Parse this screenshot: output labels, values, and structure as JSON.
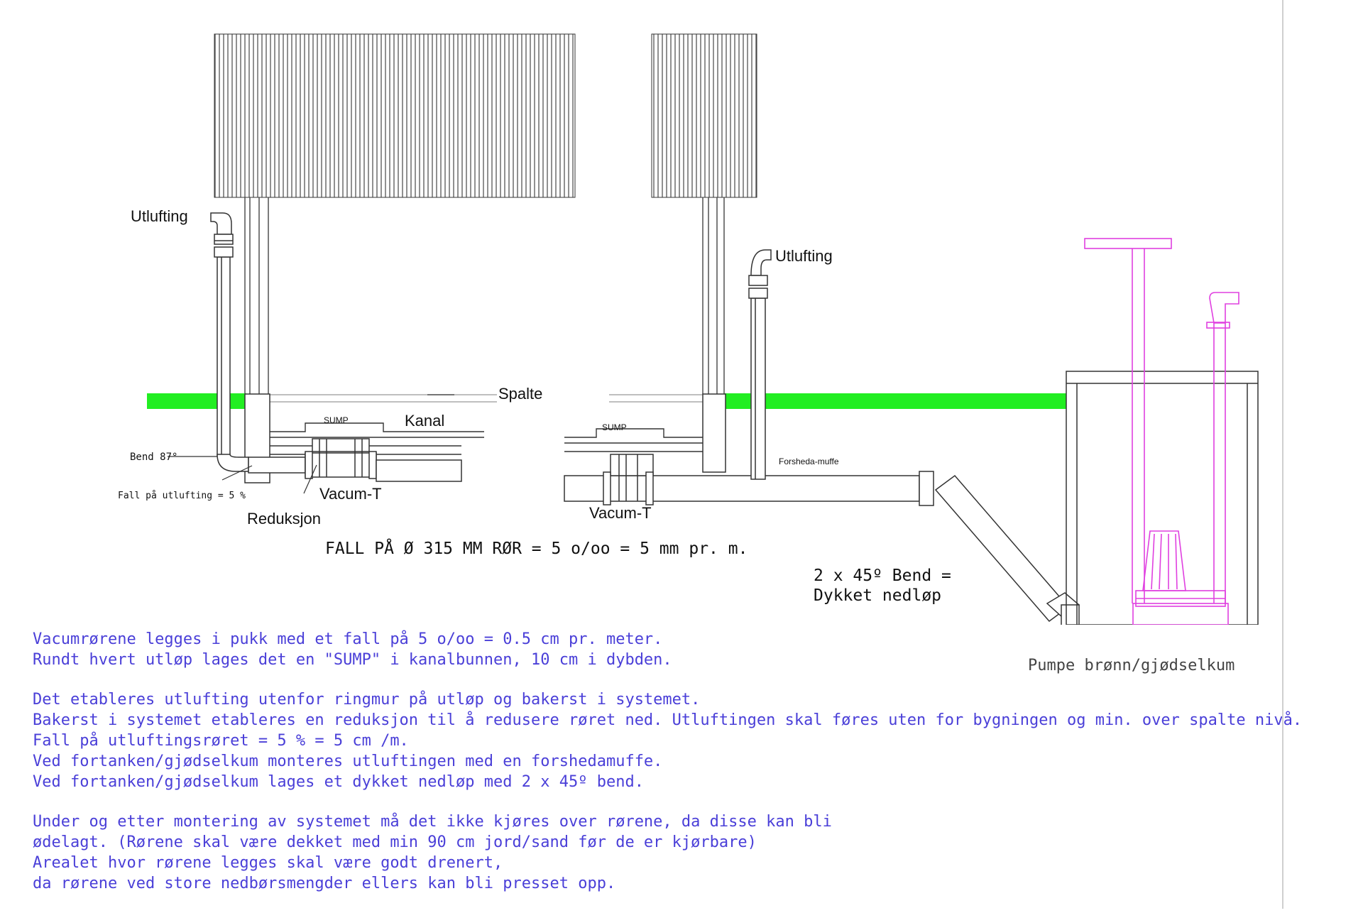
{
  "labels": {
    "utlufting_left": "Utlufting",
    "utlufting_right": "Utlufting",
    "spalte": "Spalte",
    "kanal": "Kanal",
    "sump_left": "SUMP",
    "sump_right": "SUMP",
    "bend87": "Bend 87°",
    "fall_utlufting": "Fall på utlufting = 5 %",
    "vacum_t_left": "Vacum-T",
    "vacum_t_right": "Vacum-T",
    "reduksjon": "Reduksjon",
    "forsheda": "Forsheda-muffe",
    "fall_main": "FALL PÅ Ø 315 MM RØR = 5 o/oo = 5 mm pr.   m.",
    "bend_line1": "2 x 45º Bend =",
    "bend_line2": "Dykket nedløp",
    "pumpe": "Pumpe brønn/gjødselkum"
  },
  "notes": {
    "p1": [
      "Vacumrørene legges i pukk med et fall på 5 o/oo = 0.5 cm pr. meter.",
      "Rundt hvert utløp lages det en \"SUMP\" i kanalbunnen, 10 cm i dybden."
    ],
    "p2": [
      "Det etableres utlufting utenfor ringmur på utløp og bakerst i systemet.",
      "Bakerst i systemet etableres en reduksjon til å redusere røret ned. Utluftingen skal føres uten for bygningen og min. over spalte nivå.",
      "Fall på utluftingsrøret = 5 % = 5 cm /m.",
      "Ved fortanken/gjødselkum monteres utluftingen med en forshedamuffe.",
      "Ved fortanken/gjødselkum lages et dykket nedløp med 2 x 45º bend."
    ],
    "p3": [
      "Under og etter montering av systemet må det ikke kjøres over rørene, da disse kan bli",
      "ødelagt. (Rørene skal være dekket med min 90 cm jord/sand før de er kjørbare)",
      "Arealet hvor rørene legges skal være godt drenert,",
      "da rørene ved store nedbørsmengder ellers kan bli presset opp."
    ]
  },
  "colors": {
    "ground": "#22ee22",
    "pump": "#e040e0",
    "text_blue": "#4a3fd8",
    "line": "#222222"
  }
}
